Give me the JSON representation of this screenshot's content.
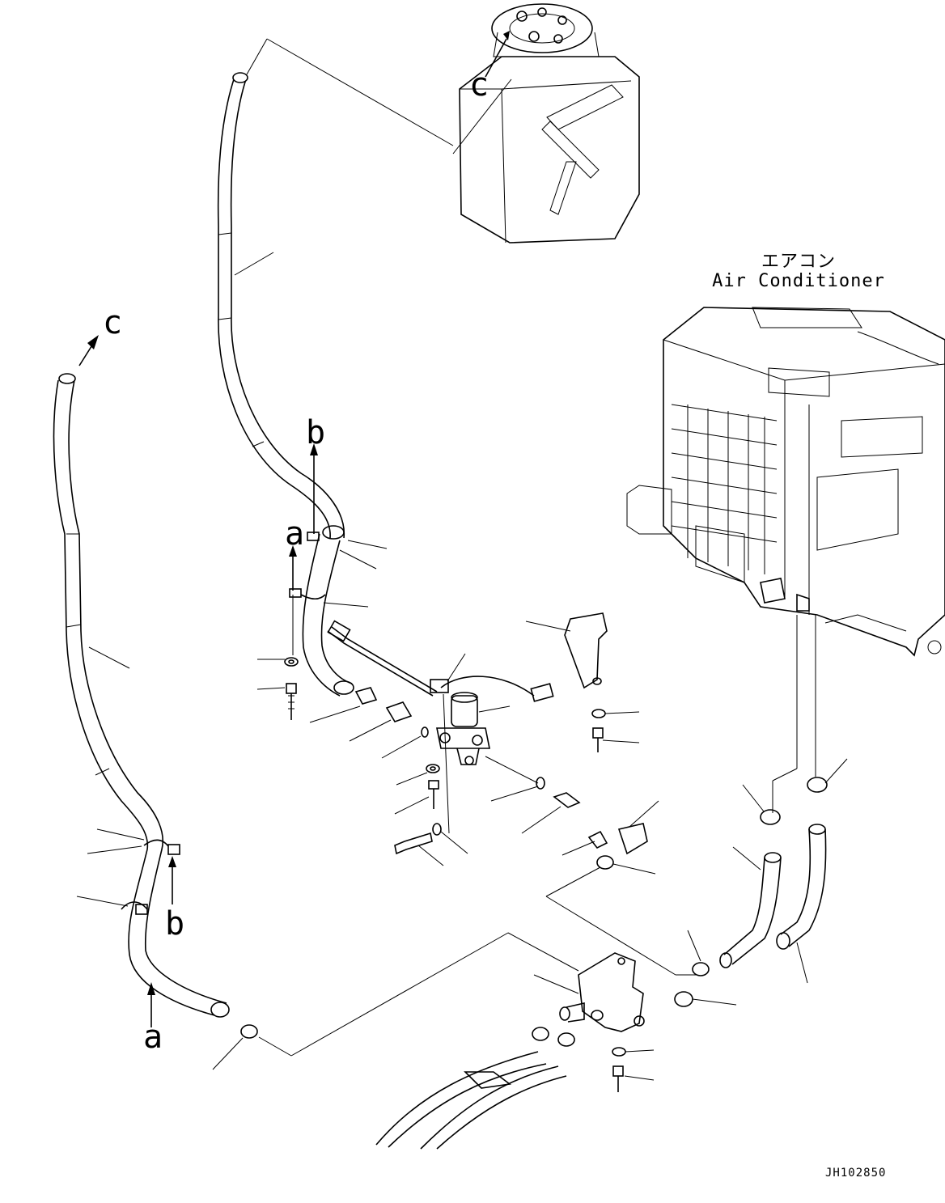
{
  "callouts": {
    "c_top": "c",
    "c_left": "c",
    "b_top": "b",
    "b_bottom": "b",
    "a_top": "a",
    "a_bottom": "a"
  },
  "air_conditioner": {
    "label_jp": "エアコン",
    "label_en": "Air Conditioner"
  },
  "drawing_number": "JH102850"
}
